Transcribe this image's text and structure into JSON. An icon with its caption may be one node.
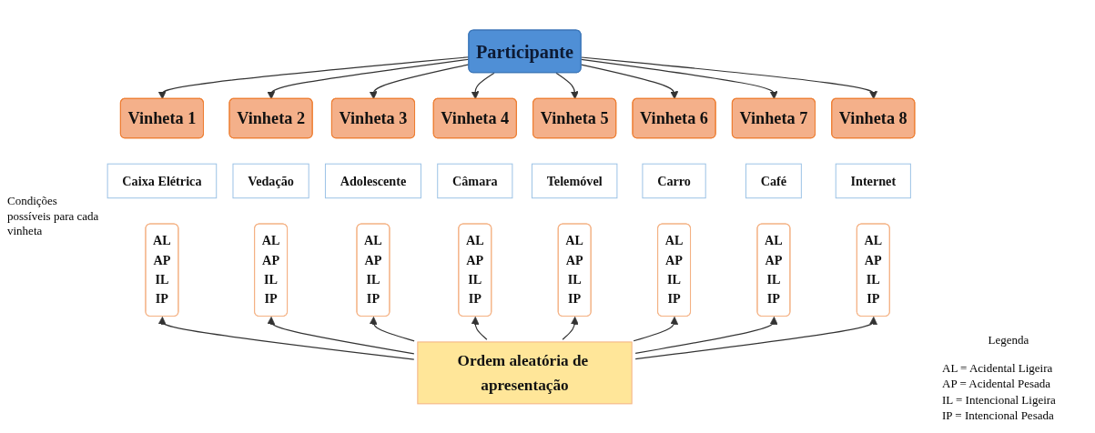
{
  "diagram": {
    "nodes": [
      {
        "text": [
          "Participante"
        ]
      },
      {
        "text": [
          "Vinheta 1"
        ]
      },
      {
        "text": [
          "Vinheta 2"
        ]
      },
      {
        "text": [
          "Vinheta 3"
        ]
      },
      {
        "text": [
          "Vinheta 4"
        ]
      },
      {
        "text": [
          "Vinheta 5"
        ]
      },
      {
        "text": [
          "Vinheta 6"
        ]
      },
      {
        "text": [
          "Vinheta 7"
        ]
      },
      {
        "text": [
          "Vinheta 8"
        ]
      },
      {
        "text": [
          "Caixa Elétrica"
        ]
      },
      {
        "text": [
          "Vedação"
        ]
      },
      {
        "text": [
          "Adolescente"
        ]
      },
      {
        "text": [
          "Câmara"
        ]
      },
      {
        "text": [
          "Telemóvel"
        ]
      },
      {
        "text": [
          "Carro"
        ]
      },
      {
        "text": [
          "Café"
        ]
      },
      {
        "text": [
          "Internet"
        ]
      },
      {
        "text": [
          "AL",
          "AP",
          "IL",
          "IP"
        ]
      },
      {
        "text": [
          "AL",
          "AP",
          "IL",
          "IP"
        ]
      },
      {
        "text": [
          "AL",
          "AP",
          "IL",
          "IP"
        ]
      },
      {
        "text": [
          "AL",
          "AP",
          "IL",
          "IP"
        ]
      },
      {
        "text": [
          "AL",
          "AP",
          "IL",
          "IP"
        ]
      },
      {
        "text": [
          "AL",
          "AP",
          "IL",
          "IP"
        ]
      },
      {
        "text": [
          "AL",
          "AP",
          "IL",
          "IP"
        ]
      },
      {
        "text": [
          "AL",
          "AP",
          "IL",
          "IP"
        ]
      },
      {
        "text": [
          "Ordem aleatória de apresentação"
        ]
      }
    ],
    "edges": [
      {
        "from": 0,
        "to": 1,
        "arrow": "to"
      },
      {
        "from": 0,
        "to": 2,
        "arrow": "to"
      },
      {
        "from": 0,
        "to": 3,
        "arrow": "to"
      },
      {
        "from": 0,
        "to": 4,
        "arrow": "to"
      },
      {
        "from": 0,
        "to": 5,
        "arrow": "to"
      },
      {
        "from": 0,
        "to": 6,
        "arrow": "to"
      },
      {
        "from": 0,
        "to": 7,
        "arrow": "to"
      },
      {
        "from": 0,
        "to": 8,
        "arrow": "to"
      },
      {
        "from": 25,
        "to": 17,
        "arrow": "to"
      },
      {
        "from": 25,
        "to": 18,
        "arrow": "to"
      },
      {
        "from": 25,
        "to": 19,
        "arrow": "to"
      },
      {
        "from": 25,
        "to": 20,
        "arrow": "to"
      },
      {
        "from": 25,
        "to": 21,
        "arrow": "to"
      },
      {
        "from": 25,
        "to": 22,
        "arrow": "to"
      },
      {
        "from": 25,
        "to": 23,
        "arrow": "to"
      },
      {
        "from": 25,
        "to": 24,
        "arrow": "to"
      }
    ],
    "labels": [
      "Condições possíveis para cada vinheta",
      "Legenda"
    ],
    "legend": [
      {
        "text": "AL = Acidental Ligeira"
      },
      {
        "text": "AP = Acidental Pesada"
      },
      {
        "text": "IL = Intencional Ligeira"
      },
      {
        "text": "IP = Intencional Pesada"
      }
    ]
  }
}
